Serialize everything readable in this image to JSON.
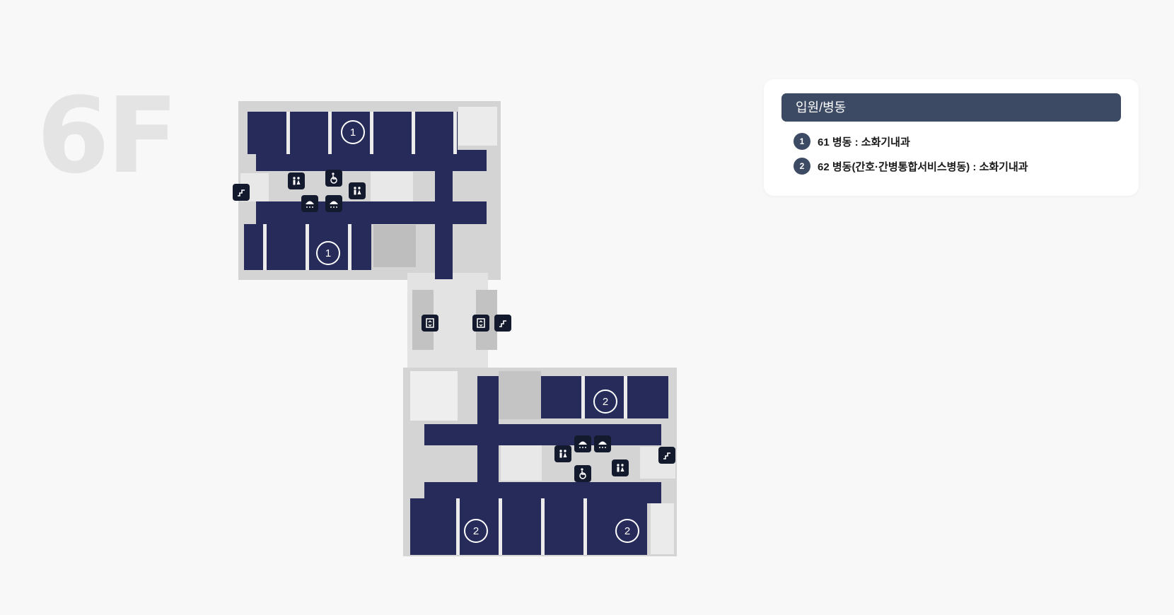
{
  "floor": {
    "label": "6F"
  },
  "colors": {
    "ward": "#262b5a",
    "icon_bg": "#141a2e",
    "legend_header": "#3d4a63",
    "legend_num": "#3d4a63",
    "floor_label": "#e4e4e4"
  },
  "map": {
    "ward_markers": [
      {
        "number": "1",
        "ward": "61"
      },
      {
        "number": "1",
        "ward": "61"
      },
      {
        "number": "2",
        "ward": "62"
      },
      {
        "number": "2",
        "ward": "62"
      },
      {
        "number": "2",
        "ward": "62"
      }
    ],
    "facility_icons": [
      {
        "icon": "stairs-icon"
      },
      {
        "icon": "restroom-icon"
      },
      {
        "icon": "wheelchair-icon"
      },
      {
        "icon": "restroom-icon"
      },
      {
        "icon": "shower-icon"
      },
      {
        "icon": "shower-icon"
      },
      {
        "icon": "elevator-icon"
      },
      {
        "icon": "elevator-icon"
      },
      {
        "icon": "stairs-icon"
      },
      {
        "icon": "shower-icon"
      },
      {
        "icon": "shower-icon"
      },
      {
        "icon": "restroom-icon"
      },
      {
        "icon": "stairs-icon"
      },
      {
        "icon": "wheelchair-icon"
      },
      {
        "icon": "restroom-icon"
      }
    ]
  },
  "legend": {
    "title": "입원/병동",
    "items": [
      {
        "number": "1",
        "text": "61 병동 : 소화기내과"
      },
      {
        "number": "2",
        "text": "62 병동(간호·간병통합서비스병동) : 소화기내과"
      }
    ]
  }
}
